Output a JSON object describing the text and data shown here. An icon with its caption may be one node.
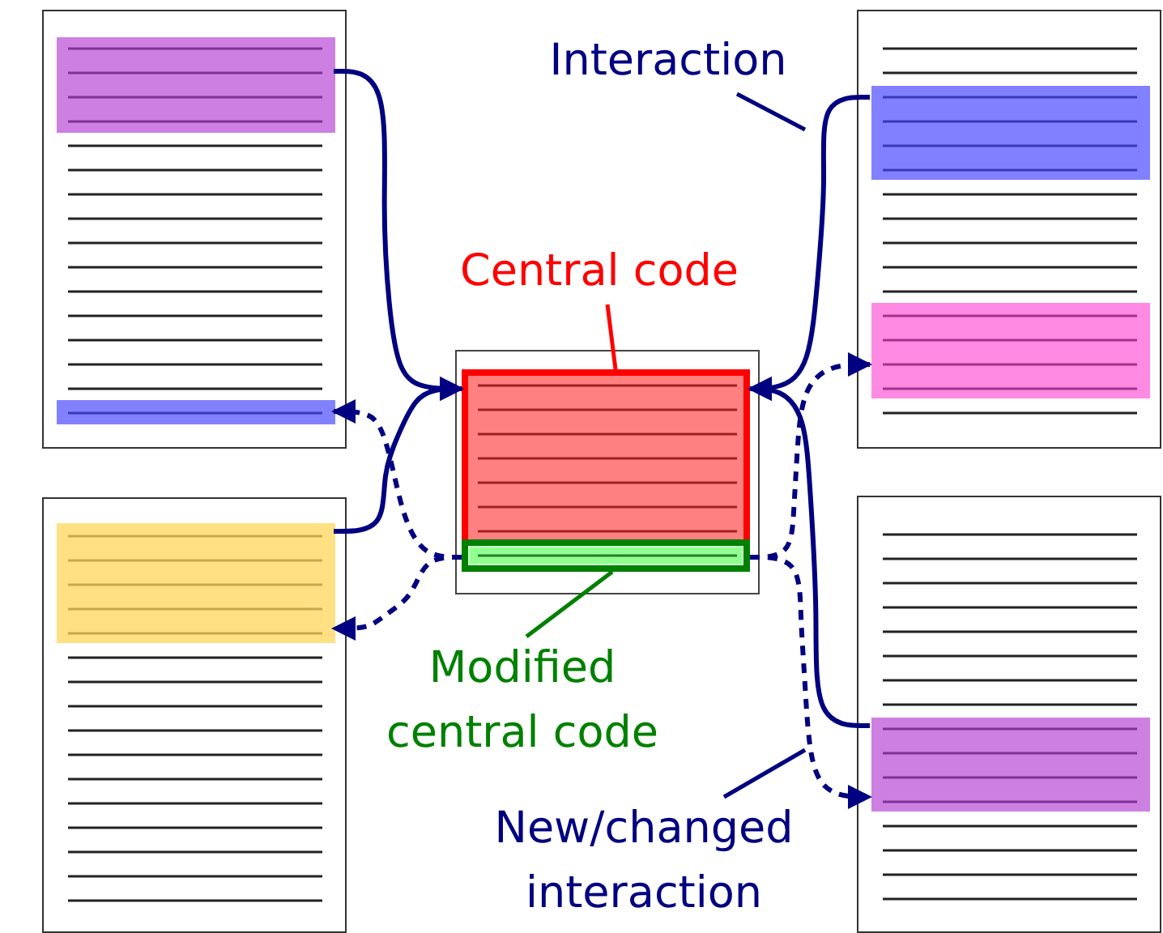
{
  "diagram": {
    "nodes": [
      {
        "text": [],
        "shape": "box"
      },
      {
        "text": [],
        "shape": "bar",
        "in": 0
      },
      {
        "text": [],
        "shape": "bar",
        "in": 0
      },
      {
        "text": [],
        "shape": "box"
      },
      {
        "text": [],
        "shape": "bar",
        "in": 3
      },
      {
        "text": [],
        "shape": "box"
      },
      {
        "text": [],
        "shape": "box",
        "in": 5
      },
      {
        "text": [],
        "shape": "box",
        "in": 5
      },
      {
        "text": [],
        "shape": "box"
      },
      {
        "text": [],
        "shape": "bar",
        "in": 8
      },
      {
        "text": [],
        "shape": "bar",
        "in": 8
      },
      {
        "text": [],
        "shape": "box"
      },
      {
        "text": [],
        "shape": "bar",
        "in": 11
      },
      {
        "text": [
          "Central code"
        ]
      },
      {
        "text": [
          "Modified central code"
        ]
      },
      {
        "text": [
          "Interaction"
        ]
      },
      {
        "text": [
          "New/changed interaction"
        ]
      }
    ],
    "edges": [
      {
        "from": 1,
        "to": 6,
        "arrow": "to"
      },
      {
        "from": 4,
        "to": 6,
        "arrow": "to"
      },
      {
        "from": 9,
        "to": 6,
        "arrow": "to"
      },
      {
        "from": 12,
        "to": 6,
        "arrow": "to"
      },
      {
        "from": 7,
        "to": 2,
        "arrow": "to",
        "style": "dashed"
      },
      {
        "from": 7,
        "to": 4,
        "arrow": "to",
        "style": "dashed"
      },
      {
        "from": 7,
        "to": 10,
        "arrow": "to",
        "style": "dashed"
      },
      {
        "from": 7,
        "to": 12,
        "arrow": "to",
        "style": "dashed"
      },
      {
        "from": 13,
        "to": 6,
        "arrow": "none",
        "color": "#ff0000"
      },
      {
        "from": 14,
        "to": 7,
        "arrow": "none",
        "color": "#008000"
      },
      {
        "from": 15,
        "to": null,
        "arrow": "none"
      },
      {
        "from": 16,
        "to": null,
        "arrow": "none"
      }
    ]
  }
}
